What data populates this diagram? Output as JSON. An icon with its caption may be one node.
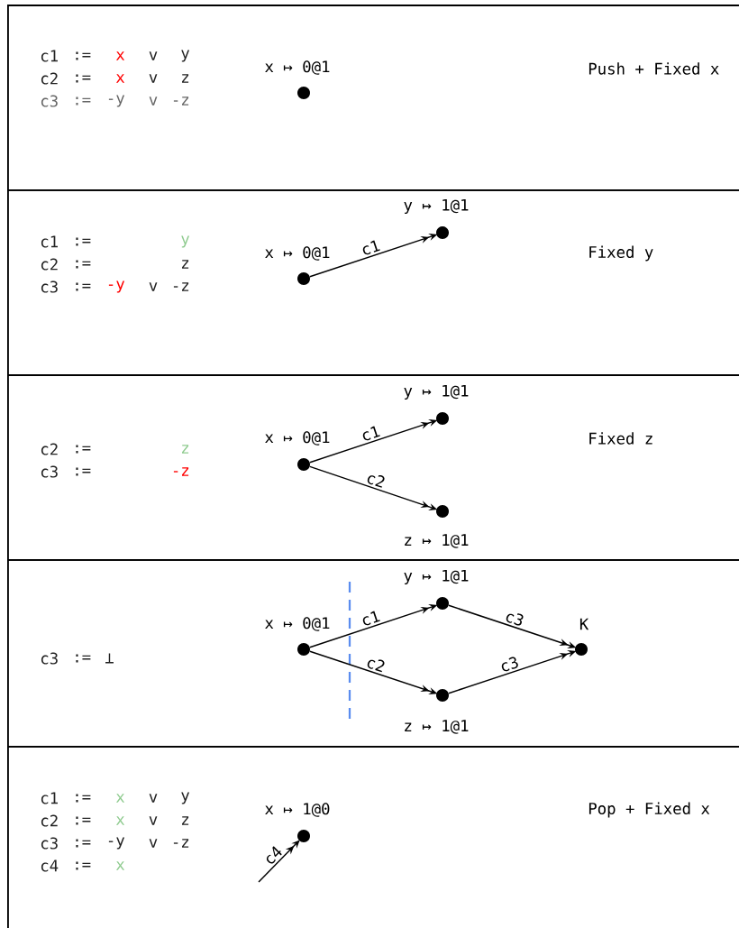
{
  "diagram": {
    "nodes": [
      {
        "text": [
          "Push + Fixed x"
        ]
      },
      {
        "text": [],
        "shape": "circle",
        "in": 0,
        "beside": [
          "x ↦ 0@1"
        ]
      },
      {
        "text": [
          "Fixed y"
        ]
      },
      {
        "text": [],
        "shape": "circle",
        "in": 2,
        "beside": [
          "x ↦ 0@1"
        ]
      },
      {
        "text": [],
        "shape": "circle",
        "in": 2,
        "beside": [
          "y ↦ 1@1"
        ]
      },
      {
        "text": [
          "Fixed z"
        ]
      },
      {
        "text": [],
        "shape": "circle",
        "in": 5,
        "beside": [
          "x ↦ 0@1"
        ]
      },
      {
        "text": [],
        "shape": "circle",
        "in": 5,
        "beside": [
          "y ↦ 1@1"
        ]
      },
      {
        "text": [],
        "shape": "circle",
        "in": 5,
        "beside": [
          "z ↦ 1@1"
        ]
      },
      {
        "text": [],
        "shape": "box"
      },
      {
        "text": [],
        "shape": "circle",
        "in": 9,
        "beside": [
          "x ↦ 0@1"
        ]
      },
      {
        "text": [],
        "shape": "circle",
        "in": 9,
        "beside": [
          "y ↦ 1@1"
        ]
      },
      {
        "text": [],
        "shape": "circle",
        "in": 9,
        "beside": [
          "z ↦ 1@1"
        ]
      },
      {
        "text": [],
        "shape": "circle",
        "in": 9,
        "beside": [
          "K"
        ]
      },
      {
        "text": [
          "Pop + Fixed x"
        ]
      },
      {
        "text": [],
        "shape": "circle",
        "in": 14,
        "beside": [
          "x ↦ 1@0"
        ]
      }
    ],
    "edges": [
      {
        "from": 3,
        "to": 4,
        "arrow": "to",
        "label": "c1"
      },
      {
        "from": 6,
        "to": 7,
        "arrow": "to",
        "label": "c1"
      },
      {
        "from": 6,
        "to": 8,
        "arrow": "to",
        "label": "c2"
      },
      {
        "from": 10,
        "to": 11,
        "arrow": "to",
        "label": "c1"
      },
      {
        "from": 10,
        "to": 12,
        "arrow": "to",
        "label": "c2"
      },
      {
        "from": 11,
        "to": 13,
        "arrow": "to",
        "label": "c3"
      },
      {
        "from": 12,
        "to": 13,
        "arrow": "to",
        "label": "c3"
      },
      {
        "from": null,
        "to": 15,
        "arrow": "to",
        "label": "c4"
      }
    ],
    "labels": [
      "c1",
      ":=",
      "x",
      "v",
      "y",
      "c2",
      ":=",
      "x",
      "v",
      "z",
      "c3",
      ":=",
      "-y",
      "v",
      "-z",
      "c1",
      ":=",
      "y",
      "c2",
      ":=",
      "z",
      "c3",
      ":=",
      "-y",
      "v",
      "-z",
      "c2",
      ":=",
      "z",
      "c3",
      ":=",
      "-z",
      "c3",
      ":=",
      "⊥",
      "c1",
      ":=",
      "x",
      "v",
      "y",
      "c2",
      ":=",
      "x",
      "v",
      "z",
      "c3",
      ":=",
      "-y",
      "v",
      "-z",
      "c4",
      ":=",
      "x"
    ]
  }
}
